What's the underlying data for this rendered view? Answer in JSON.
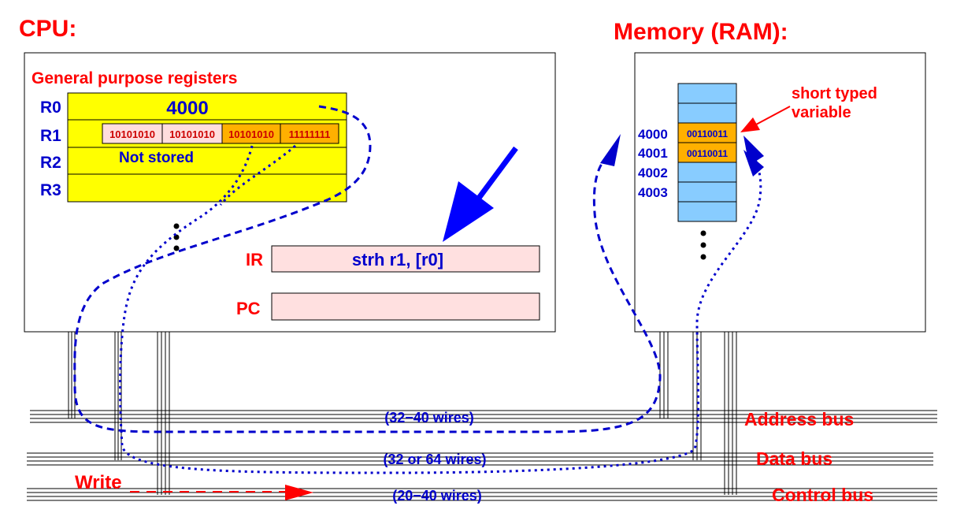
{
  "titles": {
    "cpu": "CPU:",
    "memory": "Memory (RAM):"
  },
  "cpu": {
    "registers_title": "General purpose registers",
    "registers": [
      {
        "name": "R0",
        "value": "4000"
      },
      {
        "name": "R1",
        "bytes": [
          "10101010",
          "10101010",
          "10101010",
          "11111111"
        ],
        "note": "Not stored"
      },
      {
        "name": "R2",
        "value": ""
      },
      {
        "name": "R3",
        "value": ""
      }
    ],
    "ir_label": "IR",
    "ir_value": "strh  r1, [r0]",
    "pc_label": "PC",
    "pc_value": ""
  },
  "memory": {
    "annotation": [
      "short typed",
      "variable"
    ],
    "addresses": [
      "4000",
      "4001",
      "4002",
      "4003"
    ],
    "cells": [
      "",
      "",
      "00110011",
      "00110011",
      "",
      "",
      "",
      ""
    ]
  },
  "buses": [
    {
      "name": "Address bus",
      "wires": "(32−40 wires)"
    },
    {
      "name": "Data bus",
      "wires": "(32 or 64 wires)"
    },
    {
      "name": "Control bus",
      "wires": "(20−40 wires)"
    }
  ],
  "write_label": "Write",
  "colors": {
    "register_fill": "#ffff00",
    "byte_fill": "#ffdddd",
    "byte_highlight": "#ffb000",
    "ir_fill": "#ffe0e0",
    "memory_cell": "#88ccff",
    "memory_highlight": "#ffb000",
    "label_red": "#ff0000",
    "label_blue": "#0000cc",
    "path_blue": "#0000cc"
  }
}
